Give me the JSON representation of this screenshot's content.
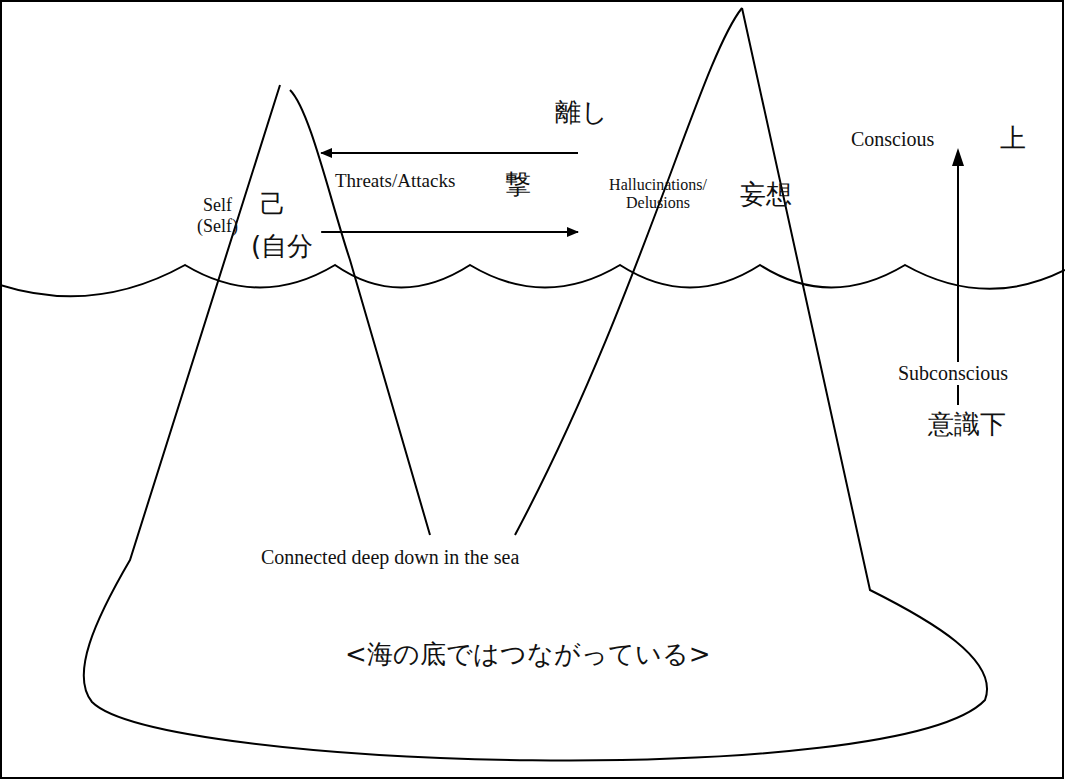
{
  "diagram": {
    "nodes": [
      {
        "text": [
          "Self (Self)",
          "己",
          "(自分"
        ]
      },
      {
        "text": [
          "Hallucinations/ Delusions",
          "妄想"
        ]
      }
    ],
    "edges": [
      {
        "from": 1,
        "to": 0,
        "arrow": "to",
        "label": "離し"
      },
      {
        "from": 0,
        "to": 1,
        "arrow": "to",
        "label": "Threats/Attacks"
      }
    ],
    "labels": [
      "撃",
      "Conscious",
      "上",
      "Subconscious",
      "意識下",
      "Connected deep down in the sea",
      "<海の底ではつながっている>"
    ]
  }
}
